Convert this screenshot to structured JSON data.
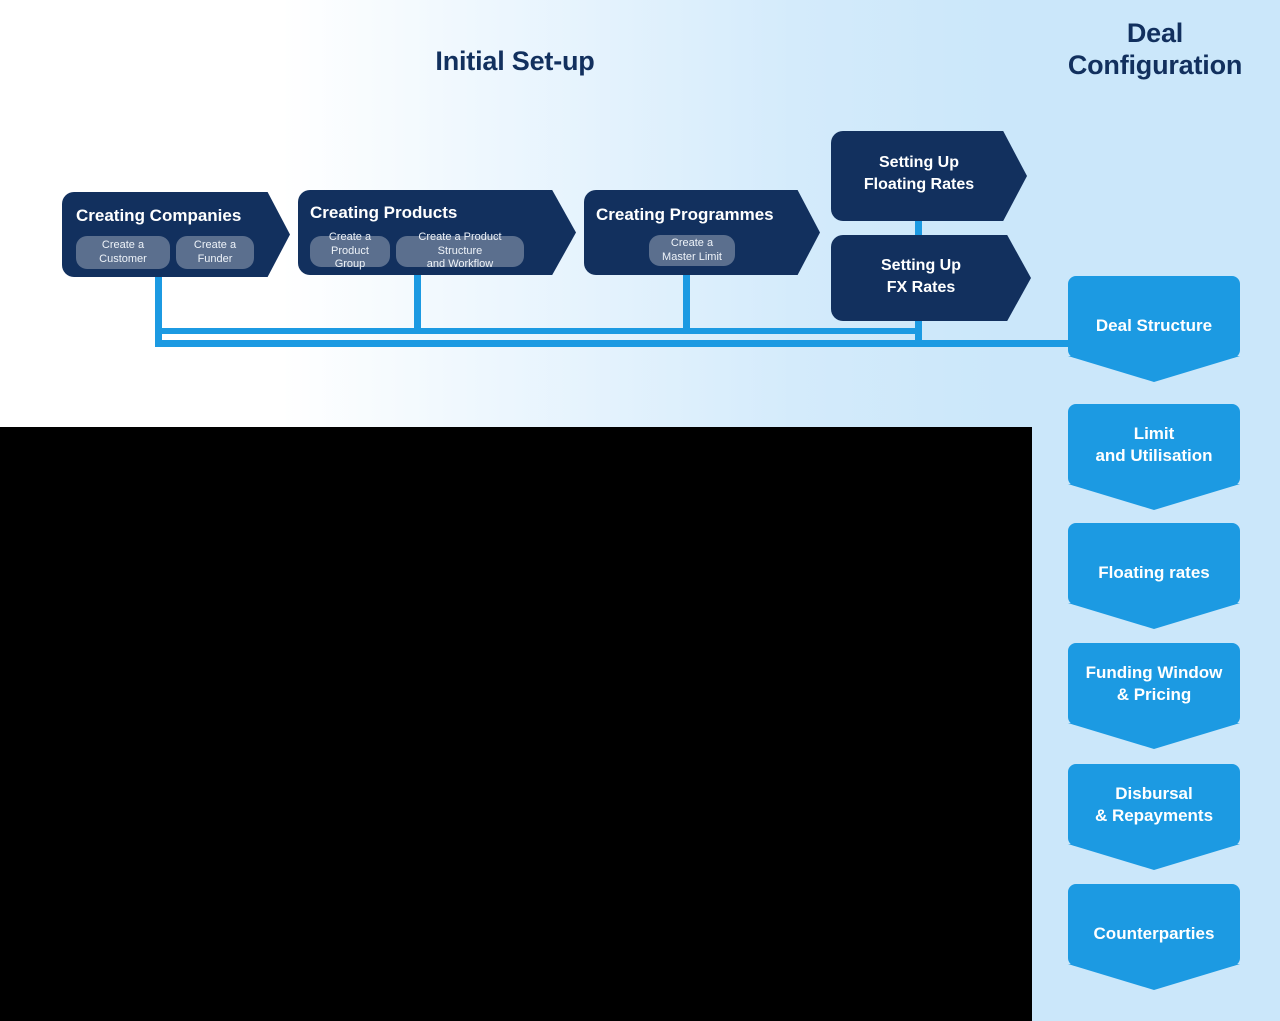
{
  "headings": {
    "initial_setup": "Initial Set-up",
    "deal_configuration": "Deal\nConfiguration",
    "deal_configuration_line1": "Deal",
    "deal_configuration_line2": "Configuration"
  },
  "colors": {
    "navy": "#12305e",
    "accent_blue": "#1c9ae2",
    "pill_grey": "#5b6f8e",
    "pill_grey_light": "#6d80a0",
    "background_start": "#ffffff",
    "background_end": "#cbe7fa",
    "text_on_dark": "#ffffff",
    "black_panel": "#000000"
  },
  "initial_setup_stages": [
    {
      "title": "Creating Companies",
      "pills": [
        {
          "line1": "Create a",
          "line2": "Customer"
        },
        {
          "line1": "Create a",
          "line2": "Funder"
        }
      ]
    },
    {
      "title": "Creating Products",
      "pills": [
        {
          "line1": "Create a",
          "line2": "Product Group"
        },
        {
          "line1": "Create a Product Structure",
          "line2": "and Workflow"
        }
      ]
    },
    {
      "title": "Creating Programmes",
      "pills": [
        {
          "line1": "Create a",
          "line2": "Master Limit"
        }
      ]
    }
  ],
  "rate_stages": [
    {
      "line1": "Setting Up",
      "line2": "Floating Rates"
    },
    {
      "line1": "Setting Up",
      "line2": "FX Rates"
    }
  ],
  "deal_configuration_steps": [
    {
      "line1": "Deal Structure",
      "line2": ""
    },
    {
      "line1": "Limit",
      "line2": "and Utilisation"
    },
    {
      "line1": "Floating rates",
      "line2": ""
    },
    {
      "line1": "Funding Window",
      "line2": "& Pricing"
    },
    {
      "line1": "Disbursal",
      "line2": "& Repayments"
    },
    {
      "line1": "Counterparties",
      "line2": ""
    }
  ]
}
